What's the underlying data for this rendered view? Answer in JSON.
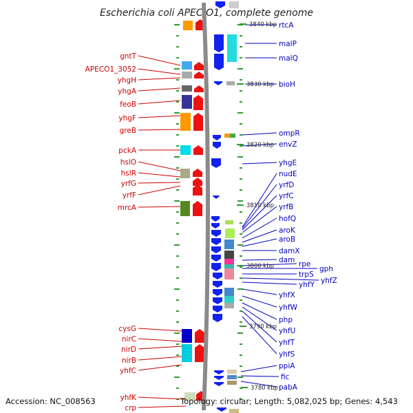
{
  "title": "Escherichia coli APEC O1, complete genome",
  "accession": "Accession: NC_008563",
  "topology": "Topology: circular; Length: 5,082,025 bp; Genes: 4,543",
  "colors": {
    "left_label": "#cc0000",
    "right_label": "#0000bb",
    "backbone": "#8a8a8a",
    "tick": "#2e9a2e"
  },
  "kbp_markers": [
    "3840 kbp",
    "3830 kbp",
    "3820 kbp",
    "3810 kbp",
    "3800 kbp",
    "3790 kbp",
    "3780 kbp"
  ],
  "left_genes": [
    "gntT",
    "APECO1_3052",
    "yhgH",
    "yhgA",
    "feoB",
    "yhgF",
    "greB",
    "pckA",
    "hslO",
    "hslR",
    "yrfG",
    "yrfF",
    "mrcA",
    "cysG",
    "nirC",
    "nirD",
    "nirB",
    "yhfC",
    "yhfK",
    "crp"
  ],
  "right_genes": [
    "rtcA",
    "malP",
    "malQ",
    "bioH",
    "ompR",
    "envZ",
    "yhgE",
    "nudE",
    "yrfD",
    "yrfC",
    "yrfB",
    "hofQ",
    "aroK",
    "aroB",
    "damX",
    "dam",
    "rpe",
    "gph",
    "trpS",
    "yhfZ",
    "yhfY",
    "yhfX",
    "yhfW",
    "php",
    "yhfU",
    "yhfT",
    "yhfS",
    "ppiA",
    "fic",
    "pabA"
  ]
}
